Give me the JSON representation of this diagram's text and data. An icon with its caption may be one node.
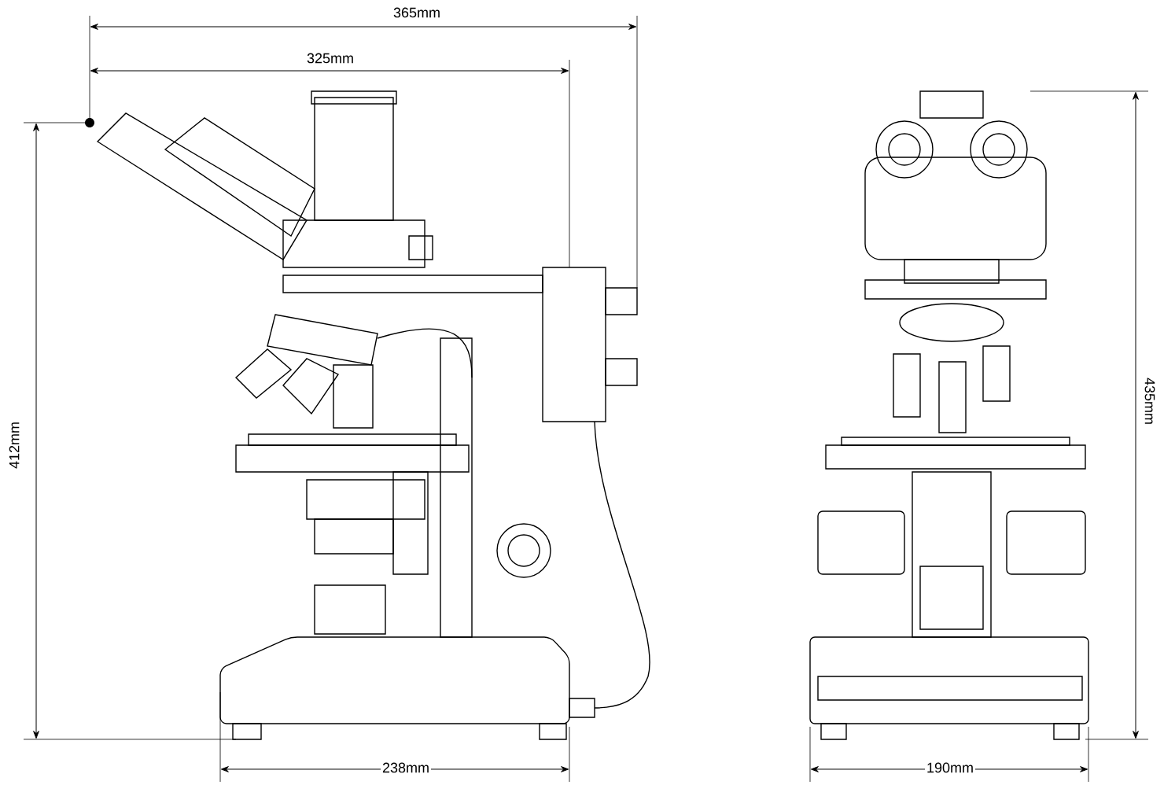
{
  "diagram": {
    "labels": [
      "365mm",
      "325mm",
      "412mm",
      "435mm",
      "238mm",
      "190mm"
    ]
  }
}
